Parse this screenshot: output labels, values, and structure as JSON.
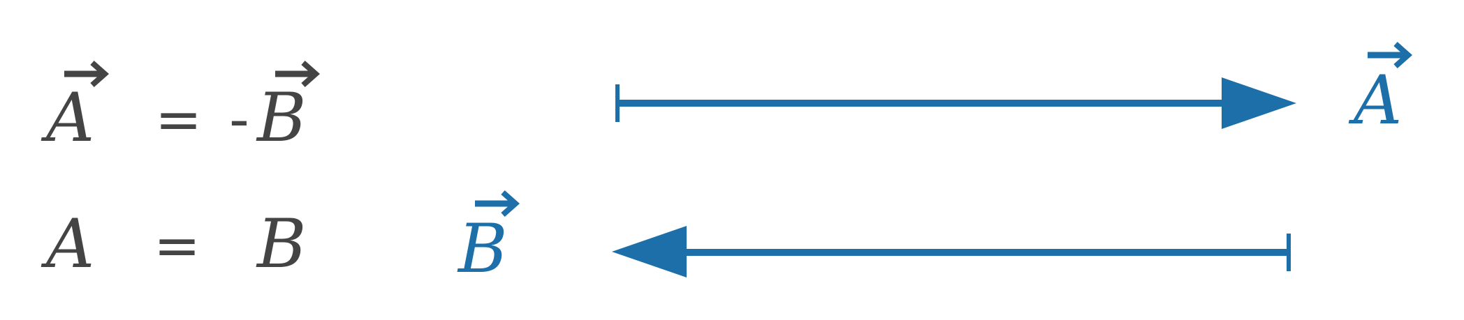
{
  "colors": {
    "text": "#444444",
    "vector": "#1c6fa8"
  },
  "equations": [
    {
      "lhs": "A",
      "lhs_vector": true,
      "op": "=",
      "sign": "-",
      "rhs": "B",
      "rhs_vector": true
    },
    {
      "lhs": "A",
      "lhs_vector": false,
      "op": "=",
      "sign": "",
      "rhs": "B",
      "rhs_vector": false
    }
  ],
  "vectors": [
    {
      "label": "A",
      "direction": "right"
    },
    {
      "label": "B",
      "direction": "left"
    }
  ]
}
